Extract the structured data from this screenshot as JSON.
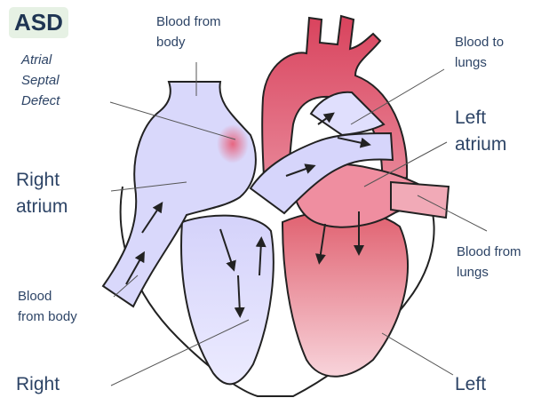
{
  "title": "ASD",
  "subtitle_lines": [
    "Atrial",
    "Septal",
    "Defect"
  ],
  "labels": {
    "blood_from_body_top": [
      "Blood from",
      "body"
    ],
    "blood_to_lungs": [
      "Blood to",
      "lungs"
    ],
    "left_atrium": [
      "Left",
      "atrium"
    ],
    "right_atrium": [
      "Right",
      "atrium"
    ],
    "blood_from_lungs": [
      "Blood from",
      "lungs"
    ],
    "blood_from_body_bottom": [
      "Blood",
      "from body"
    ],
    "right_ventricle": "Right",
    "left_ventricle": "Left"
  },
  "colors": {
    "deoxygenated": "#d9d8fb",
    "oxygenated_light": "#f3a9b6",
    "oxygenated_dark": "#d9435d",
    "outline": "#222222",
    "label_text": "#2d4466",
    "title_badge": "#e6f1e4"
  }
}
